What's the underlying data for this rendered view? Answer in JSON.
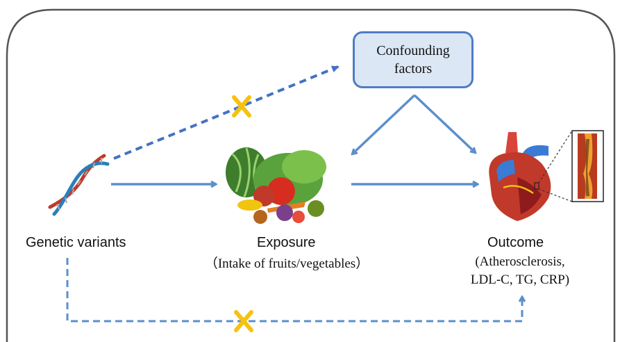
{
  "diagram": {
    "confounders": {
      "line1": "Confounding",
      "line2": "factors"
    },
    "genetic_label": "Genetic variants",
    "exposure": {
      "label": "Exposure",
      "detail": "（Intake of fruits/vegetables）"
    },
    "outcome": {
      "label": "Outcome",
      "detail_line1": "(Atherosclerosis,",
      "detail_line2": "LDL-C, TG, CRP)"
    }
  },
  "colors": {
    "arrow": "#5b8fcc",
    "dashed_arrow": "#4472c4",
    "cross": "#f5c211",
    "box_fill": "#dce7f5",
    "box_border": "#4f7cc4",
    "frame": "#555555"
  },
  "icons": [
    "dna-icon",
    "fruits-vegetables-icon",
    "heart-icon",
    "artery-plaque-icon",
    "cross-mark-icon"
  ]
}
